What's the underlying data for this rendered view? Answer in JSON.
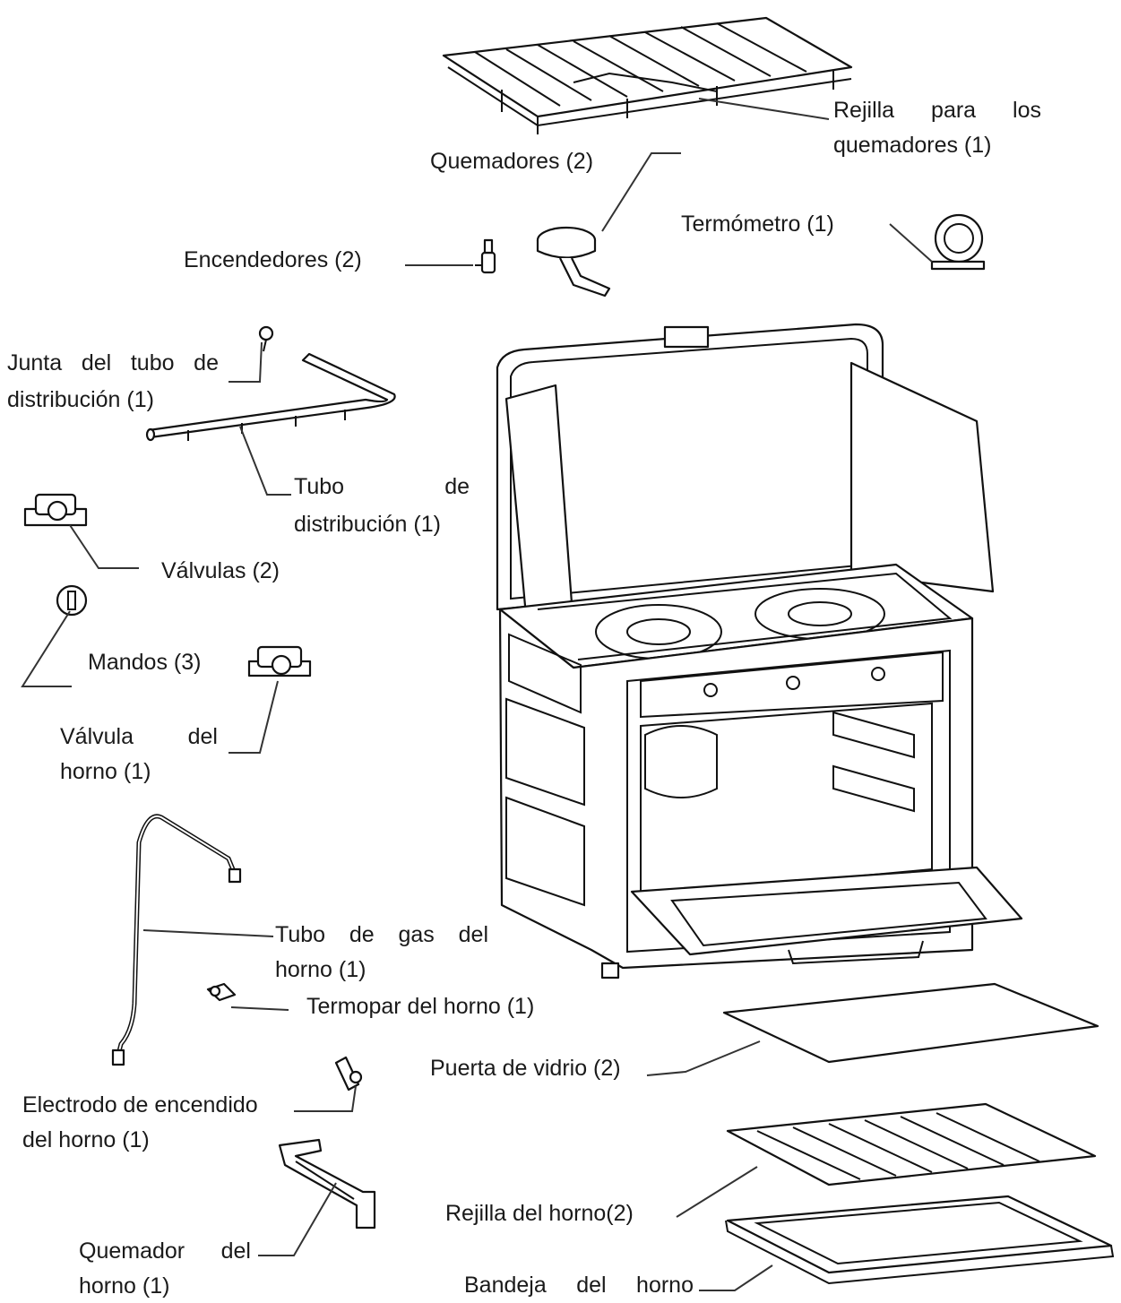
{
  "labels": {
    "rejilla_quemadores_1": "Rejilla para los",
    "rejilla_quemadores_2": "quemadores (1)",
    "quemadores": "Quemadores (2)",
    "termometro": "Termómetro (1)",
    "encendedores": "Encendedores (2)",
    "junta_1": "Junta del tubo de",
    "junta_2": "distribución (1)",
    "tubo_dist_1": "Tubo de",
    "tubo_dist_2": "distribución (1)",
    "valvulas": "Válvulas (2)",
    "mandos": "Mandos (3)",
    "valvula_horno_1": "Válvula del",
    "valvula_horno_2": "horno (1)",
    "tubo_gas_1": "Tubo de gas del",
    "tubo_gas_2": "horno (1)",
    "termopar": "Termopar del horno (1)",
    "puerta_vidrio": "Puerta de vidrio (2)",
    "electrodo_1": "Electrodo de encendido",
    "electrodo_2": "del horno (1)",
    "rejilla_horno": "Rejilla del horno(2)",
    "quemador_horno_1": "Quemador del",
    "quemador_horno_2": "horno (1)",
    "bandeja_horno": "Bandeja del horno"
  },
  "colors": {
    "text": "#1a1a1a",
    "line": "#333333",
    "background": "#ffffff"
  }
}
